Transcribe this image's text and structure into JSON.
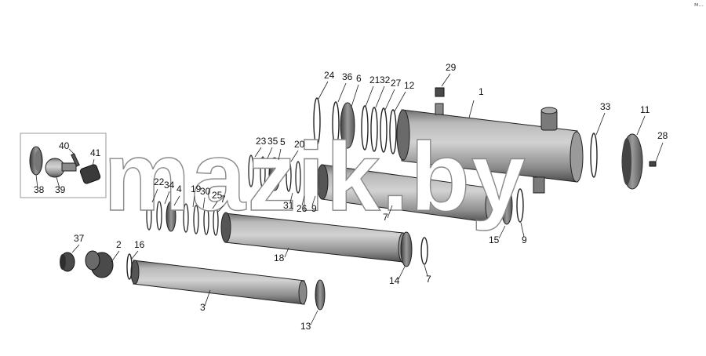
{
  "watermark": "mazik.by",
  "corner_mark": "м...",
  "callouts": [
    {
      "id": "c1",
      "text": "1"
    },
    {
      "id": "c2",
      "text": "2"
    },
    {
      "id": "c3",
      "text": "3"
    },
    {
      "id": "c4",
      "text": "4"
    },
    {
      "id": "c5",
      "text": "5"
    },
    {
      "id": "c6",
      "text": "6"
    },
    {
      "id": "c7a",
      "text": "7"
    },
    {
      "id": "c7b",
      "text": "7"
    },
    {
      "id": "c7c",
      "text": "7"
    },
    {
      "id": "c9a",
      "text": "9"
    },
    {
      "id": "c9b",
      "text": "9"
    },
    {
      "id": "c11",
      "text": "11"
    },
    {
      "id": "c12",
      "text": "12"
    },
    {
      "id": "c13",
      "text": "13"
    },
    {
      "id": "c14",
      "text": "14"
    },
    {
      "id": "c15",
      "text": "15"
    },
    {
      "id": "c16",
      "text": "16"
    },
    {
      "id": "c18",
      "text": "18"
    },
    {
      "id": "c19",
      "text": "19"
    },
    {
      "id": "c20",
      "text": "20"
    },
    {
      "id": "c21",
      "text": "21"
    },
    {
      "id": "c22",
      "text": "22"
    },
    {
      "id": "c23",
      "text": "23"
    },
    {
      "id": "c24",
      "text": "24"
    },
    {
      "id": "c25",
      "text": "25"
    },
    {
      "id": "c26",
      "text": "26"
    },
    {
      "id": "c27",
      "text": "27"
    },
    {
      "id": "c28",
      "text": "28"
    },
    {
      "id": "c29",
      "text": "29"
    },
    {
      "id": "c30",
      "text": "30"
    },
    {
      "id": "c31",
      "text": "31"
    },
    {
      "id": "c32",
      "text": "32"
    },
    {
      "id": "c33",
      "text": "33"
    },
    {
      "id": "c34",
      "text": "34"
    },
    {
      "id": "c35",
      "text": "35"
    },
    {
      "id": "c36",
      "text": "36"
    },
    {
      "id": "c37",
      "text": "37"
    },
    {
      "id": "c38",
      "text": "38"
    },
    {
      "id": "c39",
      "text": "39"
    },
    {
      "id": "c40",
      "text": "40"
    },
    {
      "id": "c41",
      "text": "41"
    }
  ]
}
